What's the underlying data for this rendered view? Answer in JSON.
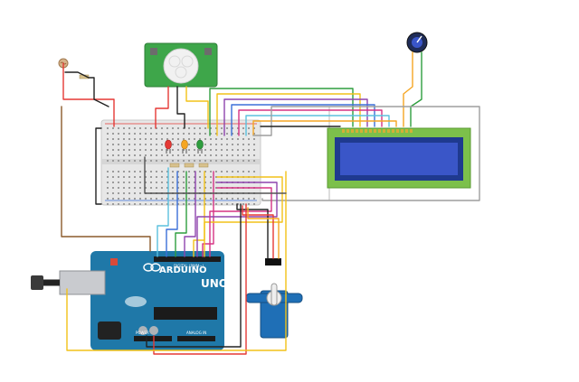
{
  "arduino": {
    "brand": "ARDUINO",
    "model": "UNO",
    "digital_header_label": "DIGITAL (PWM~)",
    "power_header_label": "POWER",
    "analog_header_label": "ANALOG IN"
  },
  "lcd": {
    "display_text": ""
  },
  "colors": {
    "wire_red": "#e53935",
    "wire_black": "#222222",
    "wire_yellow": "#f2c218",
    "wire_orange": "#f5a623",
    "wire_green": "#2e9e3e",
    "wire_blue": "#3b6fd8",
    "wire_purple": "#8e44ad",
    "wire_cyan": "#5bc0de",
    "wire_brown": "#8b5a2b",
    "wire_gray": "#9e9e9e",
    "wire_magenta": "#d63384",
    "arduino_board": "#1f78a8",
    "lcd_pcb": "#7cc04b",
    "lcd_screen": "#3a56c8",
    "pir_pcb": "#3ea64a",
    "servo_body": "#1f6fb6"
  },
  "components": [
    "arduino-uno",
    "breadboard",
    "lcd-16x2",
    "pir-sensor",
    "potentiometer",
    "photoresistor",
    "servo-motor",
    "red-led",
    "orange-led",
    "green-led",
    "resistors"
  ]
}
